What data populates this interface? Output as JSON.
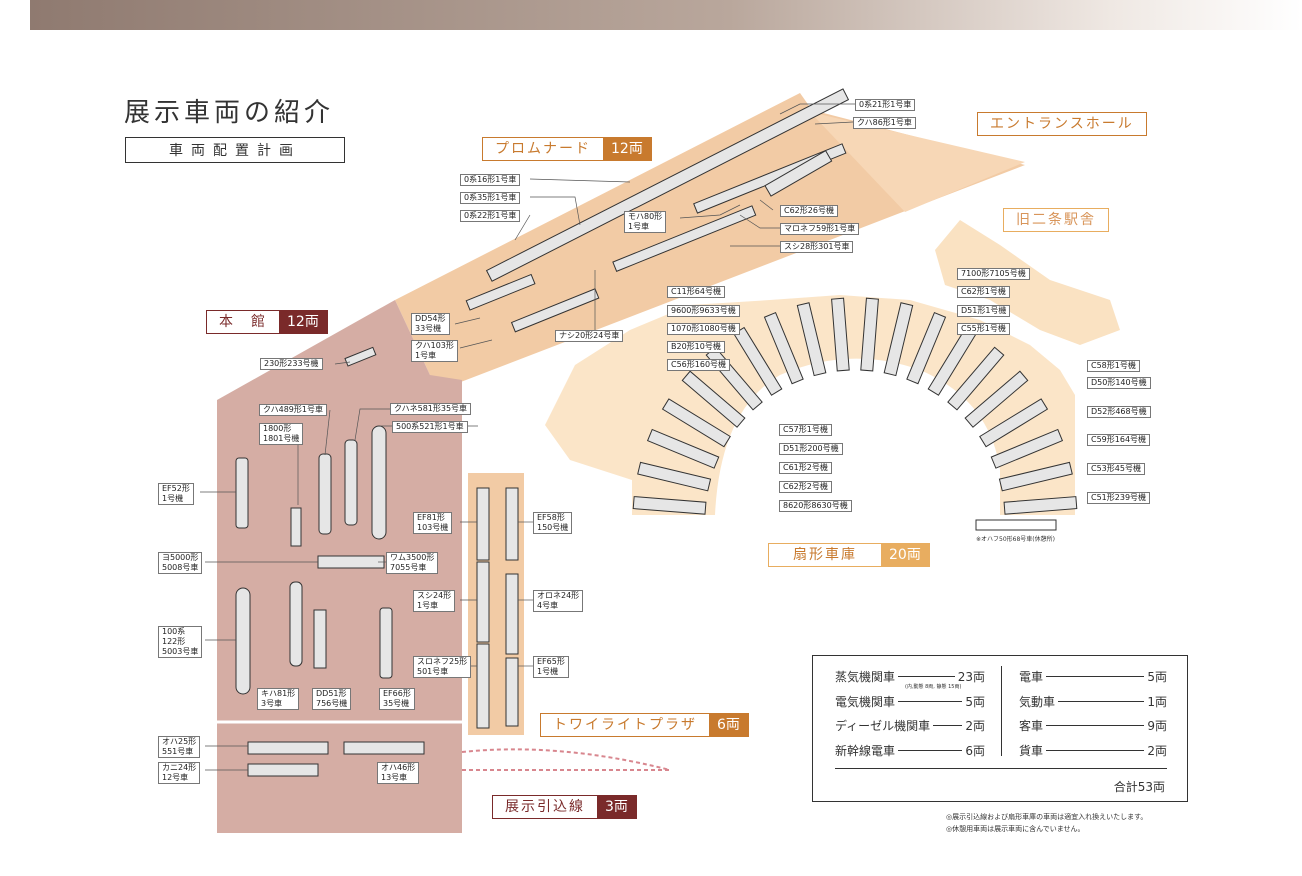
{
  "header": {
    "title": "展示車両の紹介",
    "subtitle": "車両配置計画"
  },
  "colors": {
    "main_hall": "#d5ada4",
    "promenade": "#f2cba5",
    "twilight": "#f2cba5",
    "fan_shed": "#fbe5c8",
    "old_station": "#fae2c2",
    "dark_red": "#7a2a2a",
    "orange": "#c87a2e",
    "fan_count": "#e8ad60"
  },
  "areas": {
    "main_hall": {
      "name": "本　館",
      "count": "12両"
    },
    "promenade": {
      "name": "プロムナード",
      "count": "12両"
    },
    "entrance": {
      "name": "エントランスホール"
    },
    "old_station": {
      "name": "旧二条駅舎"
    },
    "fan_shed": {
      "name": "扇形車庫",
      "count": "20両"
    },
    "twilight": {
      "name": "トワイライトプラザ",
      "count": "6両"
    },
    "siding": {
      "name": "展示引込線",
      "count": "3両"
    }
  },
  "vehicles": {
    "v_0s21": "0系21形1号車",
    "v_kuha86": "クハ86形1号車",
    "v_0s16": "0系16形1号車",
    "v_0s35": "0系35形1号車",
    "v_0s22": "0系22形1号車",
    "v_moha80": "モハ80形\n1号車",
    "v_c6226": "C62形26号機",
    "v_maronef": "マロネフ59形1号車",
    "v_sushi28": "スシ28形301号車",
    "v_dd54": "DD54形\n33号機",
    "v_kuha103": "クハ103形\n1号車",
    "v_nashi20": "ナシ20形24号車",
    "v_230": "230形233号機",
    "v_kuha489": "クハ489形1号車",
    "v_kuhane581": "クハネ581形35号車",
    "v_500": "500系521形1号車",
    "v_1800": "1800形\n1801号機",
    "v_ef52": "EF52形\n1号機",
    "v_yo5000": "ヨ5000形\n5008号車",
    "v_wamu": "ワム3500形\n7055号車",
    "v_100": "100系\n122形\n5003号車",
    "v_kiha81": "キハ81形\n3号車",
    "v_dd51": "DD51形\n756号機",
    "v_ef66": "EF66形\n35号機",
    "v_ef81": "EF81形\n103号機",
    "v_ef58": "EF58形\n150号機",
    "v_sushi24": "スシ24形\n1号車",
    "v_orone24": "オロネ24形\n4号車",
    "v_suronef": "スロネフ25形\n501号車",
    "v_ef65": "EF65形\n1号機",
    "v_oha25": "オハ25形\n551号車",
    "v_kani24": "カニ24形\n12号車",
    "v_oha46": "オハ46形\n13号車",
    "v_7100": "7100形7105号機",
    "v_c11": "C11形64号機",
    "v_c62_1": "C62形1号機",
    "v_9600": "9600形9633号機",
    "v_d51_1": "D51形1号機",
    "v_1070": "1070形1080号機",
    "v_c55": "C55形1号機",
    "v_b20": "B20形10号機",
    "v_c56": "C56形160号機",
    "v_c58": "C58形1号機",
    "v_d50": "D50形140号機",
    "v_d52": "D52形468号機",
    "v_c57": "C57形1号機",
    "v_d51_200": "D51形200号機",
    "v_c59": "C59形164号機",
    "v_c61": "C61形2号機",
    "v_c53": "C53形45号機",
    "v_c62_2": "C62形2号機",
    "v_c51": "C51形239号機",
    "v_8620": "8620形8630号機",
    "v_ohafu50": "※オハフ50形68号車(休憩所)"
  },
  "legend": {
    "steam": {
      "label": "蒸気機関車",
      "count": "23両",
      "note": "(内,動態 8両, 静態 15両)"
    },
    "electric_loco": {
      "label": "電気機関車",
      "count": "5両"
    },
    "diesel": {
      "label": "ディーゼル機関車",
      "count": "2両"
    },
    "shinkansen": {
      "label": "新幹線電車",
      "count": "6両"
    },
    "emu": {
      "label": "電車",
      "count": "5両"
    },
    "dmu": {
      "label": "気動車",
      "count": "1両"
    },
    "coach": {
      "label": "客車",
      "count": "9両"
    },
    "freight": {
      "label": "貨車",
      "count": "2両"
    },
    "total": "合計53両"
  },
  "notes": [
    "◎展示引込線および扇形車庫の車両は適宜入れ換えいたします。",
    "◎休憩用車両は展示車両に含んでいません。"
  ]
}
